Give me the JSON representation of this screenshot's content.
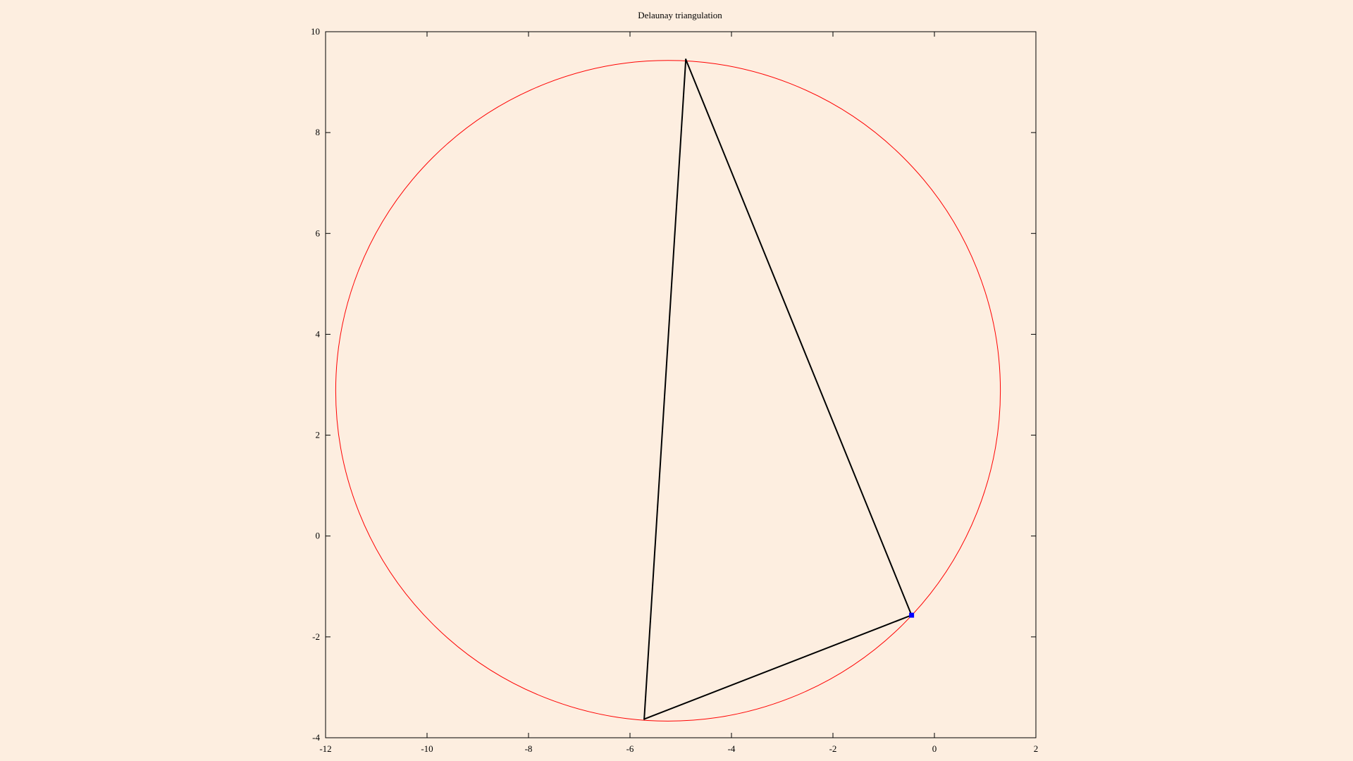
{
  "chart_data": {
    "type": "scatter",
    "title": "Delaunay triangulation",
    "xlabel": "",
    "ylabel": "",
    "xlim": [
      -12,
      2
    ],
    "ylim": [
      -4,
      10
    ],
    "xticks": [
      "-12",
      "-10",
      "-8",
      "-6",
      "-4",
      "-2",
      "0",
      "2"
    ],
    "yticks": [
      "-4",
      "-2",
      "0",
      "2",
      "4",
      "6",
      "8",
      "10"
    ],
    "grid": false,
    "legend": "none",
    "triangle": {
      "vertices": [
        {
          "x": -4.9,
          "y": 9.45
        },
        {
          "x": -0.45,
          "y": -1.57
        },
        {
          "x": -5.72,
          "y": -3.63
        }
      ],
      "color": "#000000"
    },
    "circumcircle": {
      "center": {
        "x": -5.25,
        "y": 2.88
      },
      "radius": 6.55,
      "color": "#ff0000"
    },
    "highlight_point": {
      "x": -0.45,
      "y": -1.57,
      "color": "#0000ff"
    }
  },
  "colors": {
    "background": "#fdeee0",
    "axes": "#000000"
  }
}
